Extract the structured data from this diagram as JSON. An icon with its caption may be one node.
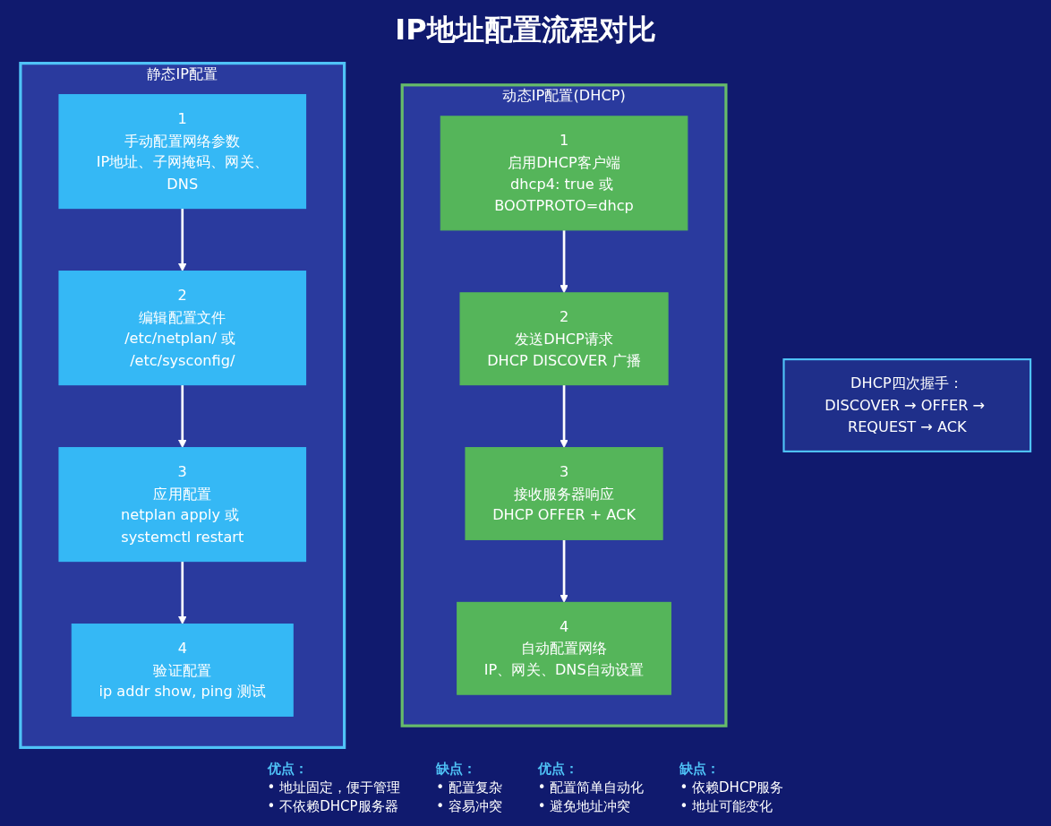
{
  "diagram": {
    "title": "IP地址配置流程对比",
    "nodes": [
      {
        "text": [
          "静态IP配置"
        ]
      },
      {
        "text": [
          "1",
          "手动配置网络参数",
          "IP地址、子网掩码、网关、DNS"
        ],
        "in": 0
      },
      {
        "text": [
          "2",
          "编辑配置文件",
          "/etc/netplan/ 或 /etc/sysconfig/"
        ],
        "in": 0
      },
      {
        "text": [
          "3",
          "应用配置",
          "netplan apply 或 systemctl restart"
        ],
        "in": 0
      },
      {
        "text": [
          "4",
          "验证配置",
          "ip addr show, ping 测试"
        ],
        "in": 0
      },
      {
        "text": [
          "动态IP配置(DHCP)"
        ]
      },
      {
        "text": [
          "1",
          "启用DHCP客户端",
          "dhcp4: true 或 BOOTPROTO=dhcp"
        ],
        "in": 5
      },
      {
        "text": [
          "2",
          "发送DHCP请求",
          "DHCP DISCOVER 广播"
        ],
        "in": 5
      },
      {
        "text": [
          "3",
          "接收服务器响应",
          "DHCP OFFER + ACK"
        ],
        "in": 5
      },
      {
        "text": [
          "4",
          "自动配置网络",
          "IP、网关、DNS自动设置"
        ],
        "in": 5
      },
      {
        "text": [
          "DHCP四次握手：",
          "DISCOVER → OFFER → REQUEST → ACK"
        ]
      }
    ],
    "edges": [
      {
        "from": 1,
        "to": 2,
        "arrow": "to"
      },
      {
        "from": 2,
        "to": 3,
        "arrow": "to"
      },
      {
        "from": 3,
        "to": 4,
        "arrow": "to"
      },
      {
        "from": 6,
        "to": 7,
        "arrow": "to"
      },
      {
        "from": 7,
        "to": 8,
        "arrow": "to"
      },
      {
        "from": 8,
        "to": 9,
        "arrow": "to"
      }
    ],
    "labels": [
      "优点：",
      "• 地址固定，便于管理",
      "• 不依赖DHCP服务器",
      "缺点：",
      "• 配置复杂",
      "• 容易冲突",
      "优点：",
      "• 配置简单自动化",
      "• 避免地址冲突",
      "缺点：",
      "• 依赖DHCP服务",
      "• 地址可能变化"
    ]
  }
}
